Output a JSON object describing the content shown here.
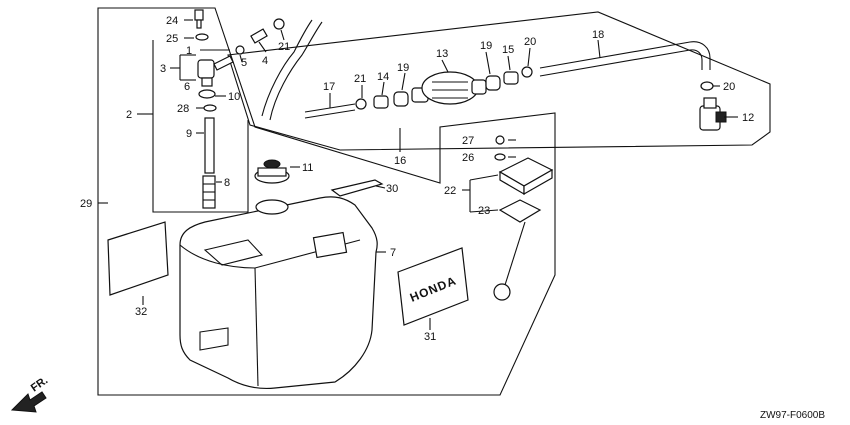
{
  "callouts": {
    "c1": "1",
    "c2": "2",
    "c3": "3",
    "c4": "4",
    "c5": "5",
    "c6": "6",
    "c7": "7",
    "c8": "8",
    "c9": "9",
    "c10": "10",
    "c11": "11",
    "c12": "12",
    "c13": "13",
    "c14": "14",
    "c15": "15",
    "c16": "16",
    "c17": "17",
    "c18": "18",
    "c19a": "19",
    "c19b": "19",
    "c20a": "20",
    "c20b": "20",
    "c21a": "21",
    "c21b": "21",
    "c22": "22",
    "c23": "23",
    "c24": "24",
    "c25": "25",
    "c26": "26",
    "c27": "27",
    "c28": "28",
    "c29": "29",
    "c30": "30",
    "c31": "31",
    "c32": "32"
  },
  "brand_label": "HONDA",
  "direction_marker": "FR.",
  "diagram_code": "ZW97-F0600B"
}
